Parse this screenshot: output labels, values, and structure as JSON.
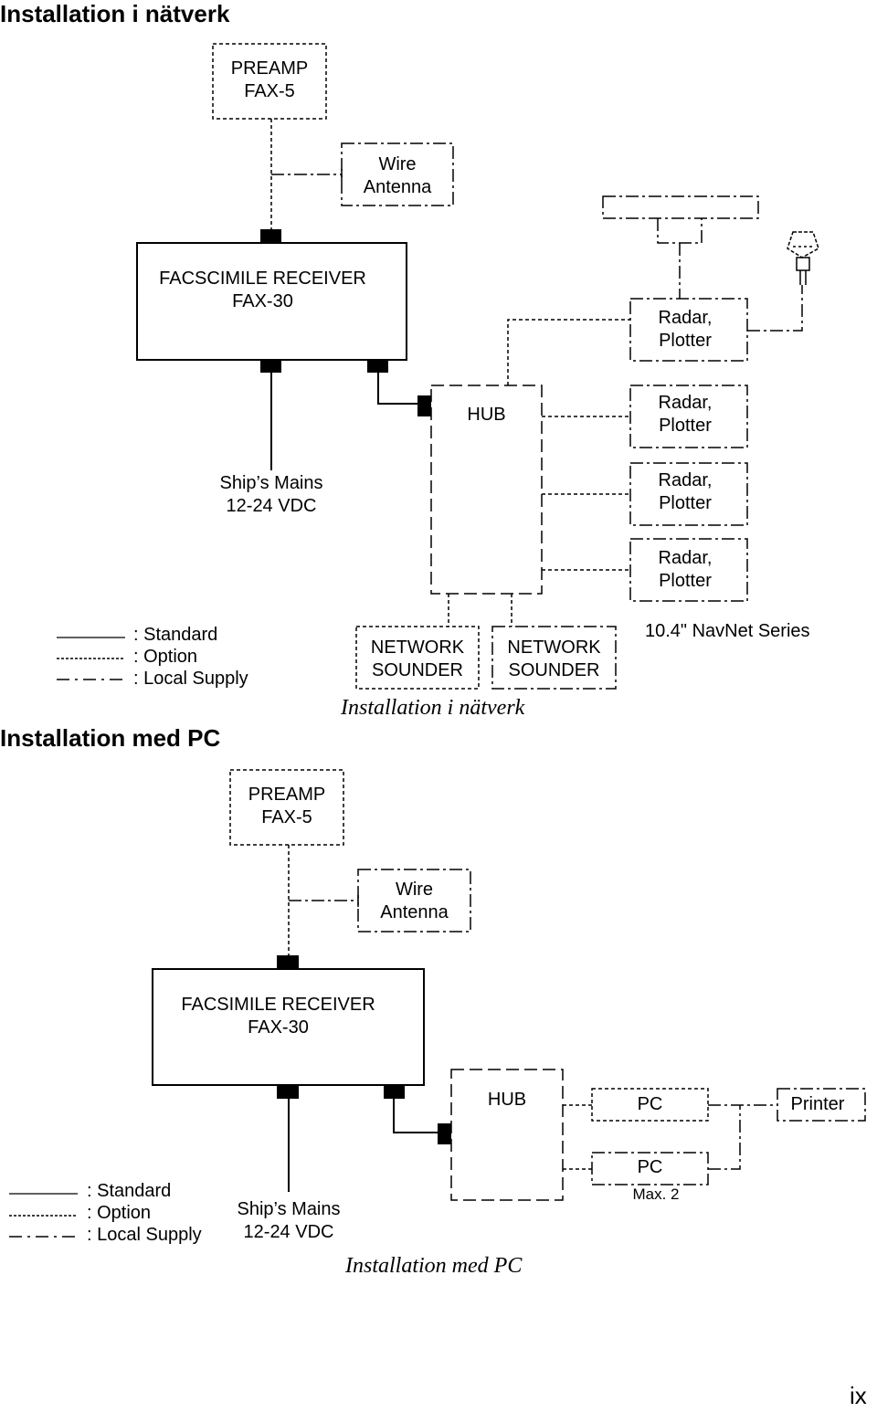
{
  "headings": {
    "network": "Installation i nätverk",
    "pc": "Installation med PC"
  },
  "captions": {
    "network": "Installation i nätverk",
    "pc": "Installation med PC"
  },
  "network_diagram": {
    "preamp": [
      "PREAMP",
      "FAX-5"
    ],
    "wire_antenna": [
      "Wire",
      "Antenna"
    ],
    "receiver": [
      "FACSCIMILE RECEIVER",
      "FAX-30"
    ],
    "mains": [
      "Ship’s Mains",
      "12-24 VDC"
    ],
    "hub": "HUB",
    "radar_plotter": [
      "Radar,",
      "Plotter"
    ],
    "network_sounder": [
      "NETWORK",
      "SOUNDER"
    ],
    "series_label": "10.4\" NavNet Series"
  },
  "pc_diagram": {
    "preamp": [
      "PREAMP",
      "FAX-5"
    ],
    "wire_antenna": [
      "Wire",
      "Antenna"
    ],
    "receiver": [
      "FACSIMILE RECEIVER",
      "FAX-30"
    ],
    "mains": [
      "Ship’s Mains",
      "12-24 VDC"
    ],
    "hub": "HUB",
    "pc": "PC",
    "printer": "Printer",
    "max_note": "Max. 2"
  },
  "legend": {
    "standard": ": Standard",
    "option": ": Option",
    "local_supply": ": Local Supply"
  },
  "page_number": "ix"
}
